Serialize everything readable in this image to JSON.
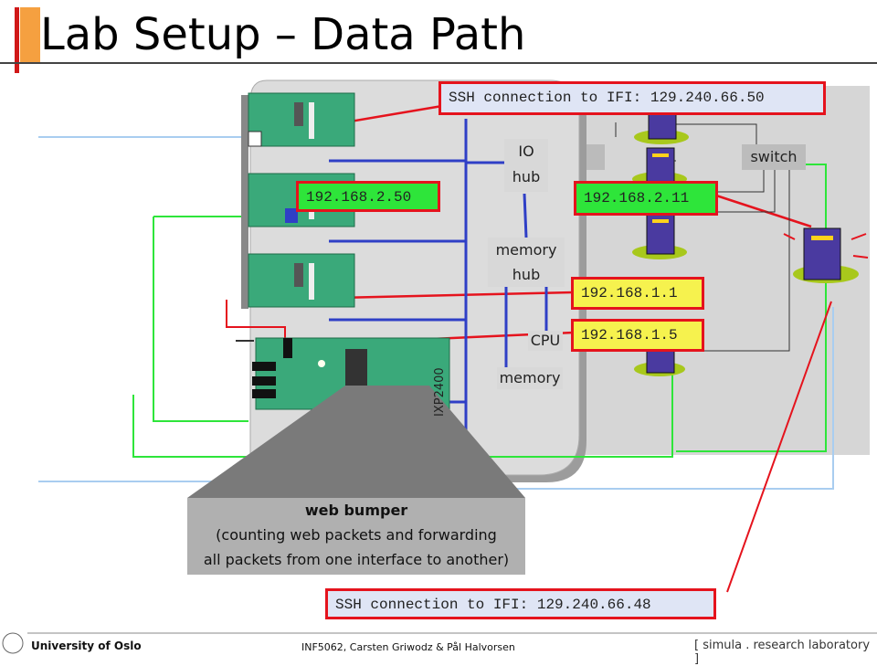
{
  "title": "Lab Setup – Data Path",
  "labels": {
    "io_hub_line1": "IO",
    "io_hub_line2": "hub",
    "memory_hub_line1": "memory",
    "memory_hub_line2": "hub",
    "cpu": "CPU",
    "memory": "memory",
    "switch": "switch",
    "ixp": "IXP2400"
  },
  "addresses": {
    "ssh_top": "SSH connection to IFI: 129.240.66.50",
    "ssh_bottom": "SSH connection to IFI: 129.240.66.48",
    "nic2_ip": "192.168.2.50",
    "server_ip_2_11": "192.168.2.11",
    "ip_1_1": "192.168.1.1",
    "ip_1_5": "192.168.1.5"
  },
  "callout": {
    "title": "web bumper",
    "line1": "(counting web packets and forwarding",
    "line2": "all packets from one interface to another)"
  },
  "footer": {
    "university": "University of Oslo",
    "authors": "INF5062, Carsten Griwodz & Pål Halvorsen",
    "lab": "[ simula . research laboratory ]"
  },
  "colors": {
    "accent_red": "#e5131d",
    "title_bar_orange": "#f5a040",
    "link_green": "#2ee53a",
    "bus_blue": "#2f3fc6",
    "ethernet_blue": "#a9cdf0",
    "card_green": "#3aa97a"
  }
}
